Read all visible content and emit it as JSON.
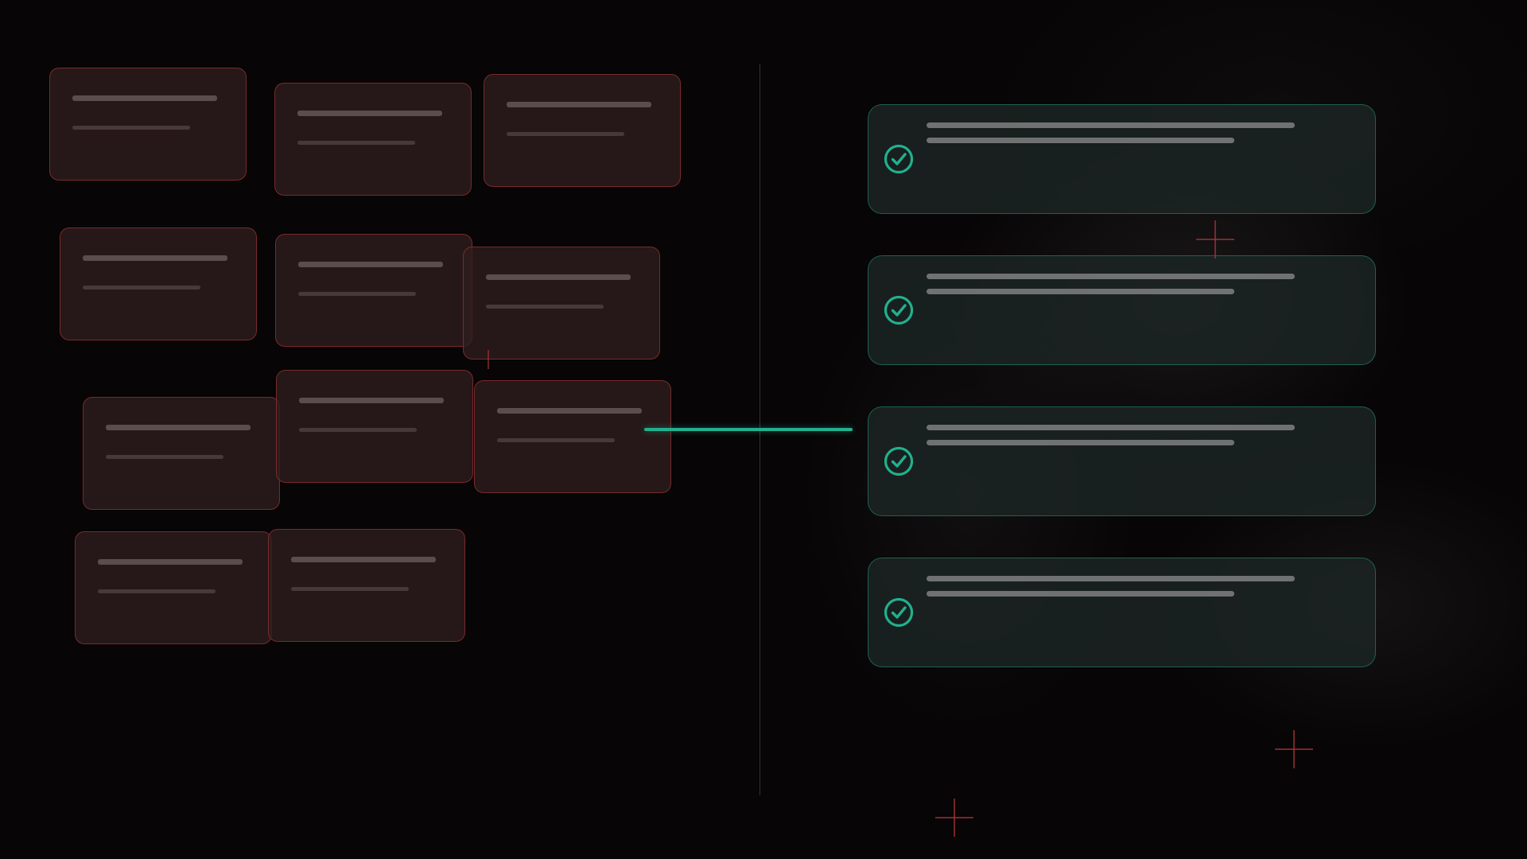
{
  "scene": {
    "accent_color": "#22b08e",
    "pending_card_border_color": "#96303a",
    "left_panel": {
      "cards": [
        {
          "state": "pending"
        },
        {
          "state": "pending"
        },
        {
          "state": "pending"
        },
        {
          "state": "pending"
        },
        {
          "state": "pending"
        },
        {
          "state": "pending"
        },
        {
          "state": "pending"
        },
        {
          "state": "pending"
        },
        {
          "state": "pending"
        },
        {
          "state": "pending"
        },
        {
          "state": "pending"
        }
      ]
    },
    "right_panel": {
      "cards": [
        {
          "icon": "check-circle-icon",
          "state": "complete"
        },
        {
          "icon": "check-circle-icon",
          "state": "complete"
        },
        {
          "icon": "check-circle-icon",
          "state": "complete"
        },
        {
          "icon": "check-circle-icon",
          "state": "complete"
        }
      ]
    }
  }
}
